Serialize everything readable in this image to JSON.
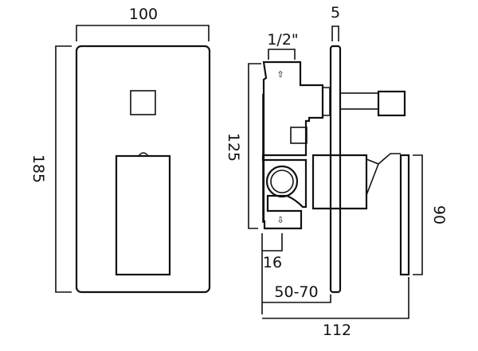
{
  "drawing": {
    "front_view": {
      "width_label": "100",
      "height_label": "185"
    },
    "side_view": {
      "plate_thickness_label": "5",
      "connection_label": "1/2\"",
      "body_height_label": "125",
      "min_depth_label": "16",
      "depth_range_label": "50-70",
      "total_depth_label": "112",
      "lever_height_label": "90"
    }
  }
}
